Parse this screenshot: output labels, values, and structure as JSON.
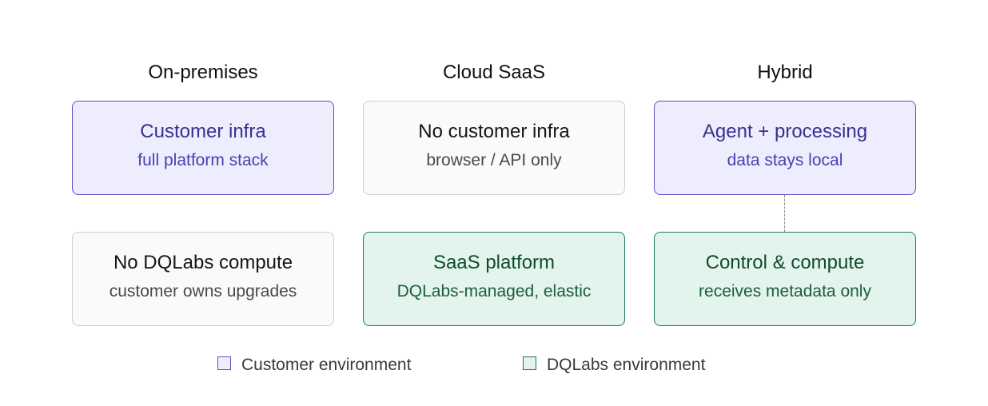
{
  "columns": [
    {
      "title": "On-premises",
      "top_box": {
        "title": "Customer infra",
        "subtitle": "full platform stack",
        "environment": "customer"
      },
      "bottom_box": {
        "title": "No DQLabs compute",
        "subtitle": "customer owns upgrades",
        "environment": "neutral"
      }
    },
    {
      "title": "Cloud SaaS",
      "top_box": {
        "title": "No customer infra",
        "subtitle": "browser / API only",
        "environment": "neutral"
      },
      "bottom_box": {
        "title": "SaaS platform",
        "subtitle": "DQLabs-managed, elastic",
        "environment": "dqlabs"
      }
    },
    {
      "title": "Hybrid",
      "top_box": {
        "title": "Agent + processing",
        "subtitle": "data stays local",
        "environment": "customer"
      },
      "bottom_box": {
        "title": "Control & compute",
        "subtitle": "receives metadata only",
        "environment": "dqlabs"
      }
    }
  ],
  "legend": {
    "customer": {
      "label": "Customer environment",
      "color": "#5b4fc7"
    },
    "dqlabs": {
      "label": "DQLabs environment",
      "color": "#1f7a55"
    }
  }
}
